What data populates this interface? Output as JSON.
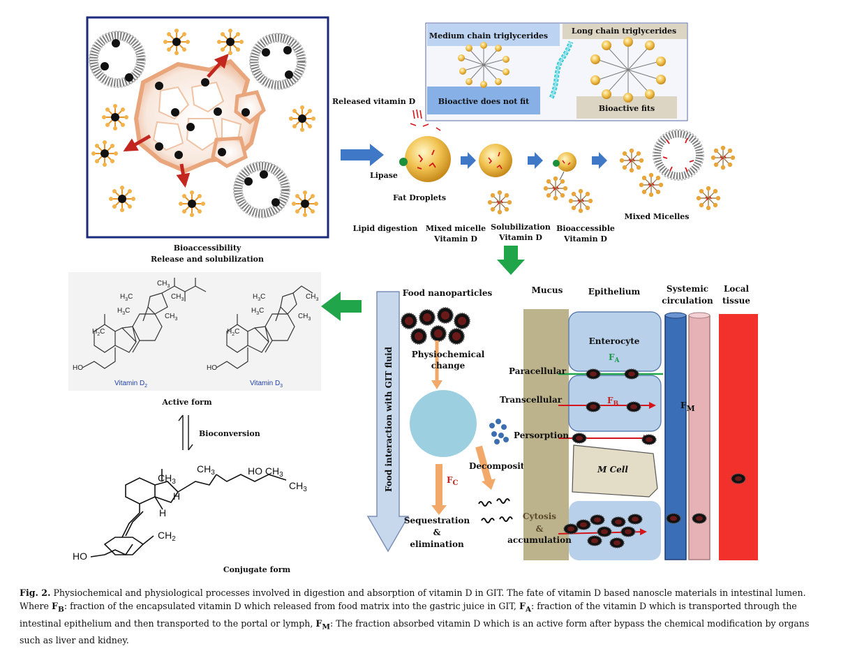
{
  "panel_top_left": {
    "caption_line1": "Bioaccessibility",
    "caption_line2": "Release and solubilization"
  },
  "triglycerides": {
    "medium_label": "Medium chain triglycerides",
    "long_label": "Long chain triglycerides",
    "not_fit_label": "Bioactive does not fit",
    "fits_label": "Bioactive fits"
  },
  "digestion": {
    "released_label": "Released vitamin D",
    "lipase_label": "Lipase",
    "fat_droplets_label": "Fat Droplets",
    "stage_lipid": "Lipid digestion",
    "stage_mixed_1": "Mixed micelle",
    "stage_mixed_2": "Vitamin D",
    "stage_solub_1": "Solubilization",
    "stage_solub_2": "Vitamin D",
    "stage_bioacc_1": "Bioaccessible",
    "stage_bioacc_2": "Vitamin D",
    "mixed_micelles_label": "Mixed Micelles"
  },
  "chemistry": {
    "active_form": "Active form",
    "bioconversion": "Bioconversion",
    "conjugate_form": "Conjugate form",
    "vitamin_d2": "Vitamin D",
    "vitamin_d2_sub": "2",
    "vitamin_d3": "Vitamin D",
    "vitamin_d3_sub": "3",
    "ch3": "CH",
    "three": "3",
    "h3c": "H",
    "c": "C",
    "h2c": "H",
    "two": "2",
    "ho": "HO",
    "h": "H",
    "ho_ch3": "HO CH",
    "ch2": "CH"
  },
  "git": {
    "vertical_label": "Food interaction with GIT fluid",
    "food_nanoparticles": "Food nanoparticles",
    "physio_1": "Physiochemical",
    "physio_2": "change",
    "decomposition": "Decomposition",
    "fc": "F",
    "fc_sub": "C",
    "sequestration_1": "Sequestration",
    "sequestration_2": "&",
    "sequestration_3": "elimination"
  },
  "absorption": {
    "mucus": "Mucus",
    "epithelium": "Epithelium",
    "systemic_1": "Systemic",
    "systemic_2": "circulation",
    "local_1": "Local",
    "local_2": "tissue",
    "enterocyte": "Enterocyte",
    "fa": "F",
    "fa_sub": "A",
    "fb": "F",
    "fb_sub": "B",
    "fm": "F",
    "fm_sub": "M",
    "paracellular": "Paracellular",
    "transcellular": "Transcellular",
    "persorption": "Persorption",
    "m_cell": "M Cell",
    "cytosis_1": "Cytosis",
    "cytosis_2": "&",
    "cytosis_3": "accumulation"
  },
  "caption": {
    "fig_label": "Fig. 2.",
    "text_1": " Physiochemical and physiological processes involved in digestion and absorption of vitamin D in GIT. The fate of vitamin D based nanoscle materials in intestinal lumen. Where ",
    "fb": "F",
    "fb_sub": "B",
    "text_2": ": fraction of the encapsulated vitamin D which released from food matrix into the gastric juice in GIT, ",
    "fa": "F",
    "fa_sub": "A",
    "text_3": ": fraction of the vitamin D which is transported through the intestinal epithelium and then transported to the portal or lymph, ",
    "fm": "F",
    "fm_sub": "M",
    "text_4": ": The fraction absorbed vitamin D which is an active form after bypass the chemical modification by organs such as liver and kidney."
  },
  "colors": {
    "frame_navy": "#1b2a7a",
    "arrow_blue": "#3f78c6",
    "arrow_green": "#21a54a",
    "mucus_khaki": "#bcb38c",
    "cell_blue": "#b9d0ea",
    "blood_blue": "#3a6fb8",
    "pink": "#e7b2b6",
    "red": "#f2302c",
    "orange_arrow": "#f1a868",
    "droplet_gold": "#e9b84a"
  }
}
